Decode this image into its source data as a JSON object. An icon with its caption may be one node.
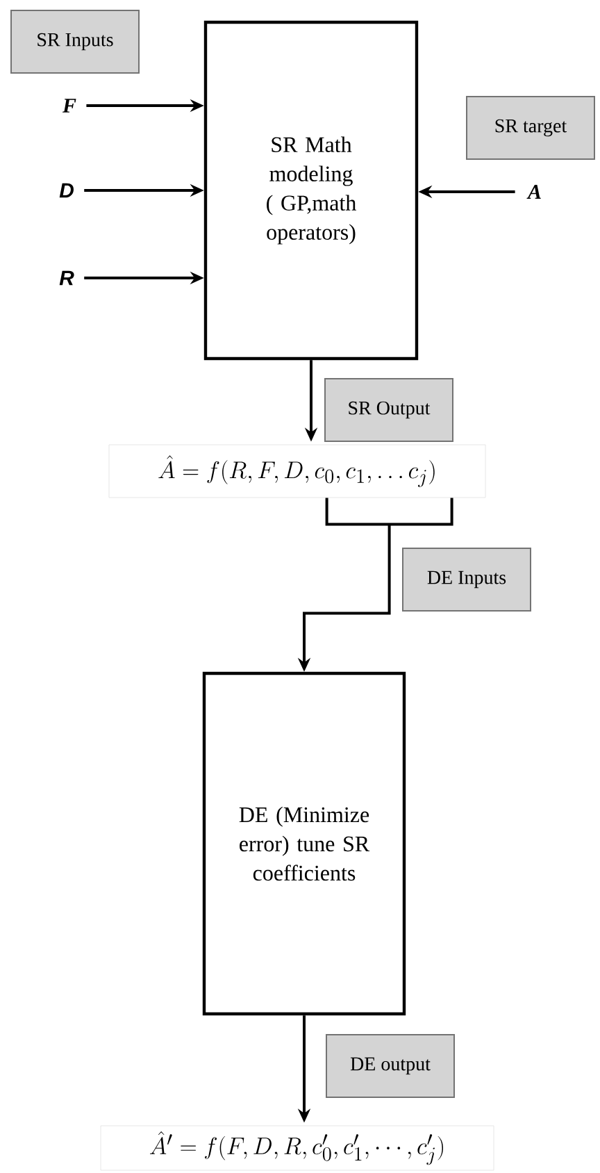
{
  "diagram": {
    "nodes": [
      {
        "text": [
          "SR Inputs"
        ]
      },
      {
        "text": [
          "F"
        ]
      },
      {
        "text": [
          "D"
        ]
      },
      {
        "text": [
          "R"
        ]
      },
      {
        "text": [
          "SR Math modeling ( GP,math operators)"
        ]
      },
      {
        "text": [
          "SR target"
        ]
      },
      {
        "text": [
          "A"
        ]
      },
      {
        "text": [
          "SR Output"
        ]
      },
      {
        "text": [
          "\\hat{A} = f(R,F,D,c_0,c_1,\\ldots c_j)"
        ]
      },
      {
        "text": [
          "DE Inputs"
        ]
      },
      {
        "text": [
          "DE (Minimize error) tune SR coefficients"
        ]
      },
      {
        "text": [
          "DE output"
        ]
      },
      {
        "text": [
          "\\hat{A}' = f(F,D,R,c_0',c_1',\\cdots,c_j')"
        ]
      }
    ],
    "edges": [
      {
        "from": 1,
        "to": 4,
        "arrow": "to"
      },
      {
        "from": 2,
        "to": 4,
        "arrow": "to"
      },
      {
        "from": 3,
        "to": 4,
        "arrow": "to"
      },
      {
        "from": 6,
        "to": 4,
        "arrow": "to"
      },
      {
        "from": 4,
        "to": 8,
        "arrow": "to"
      },
      {
        "from": 8,
        "to": 10,
        "arrow": "to"
      },
      {
        "from": 10,
        "to": 12,
        "arrow": "to"
      }
    ]
  }
}
